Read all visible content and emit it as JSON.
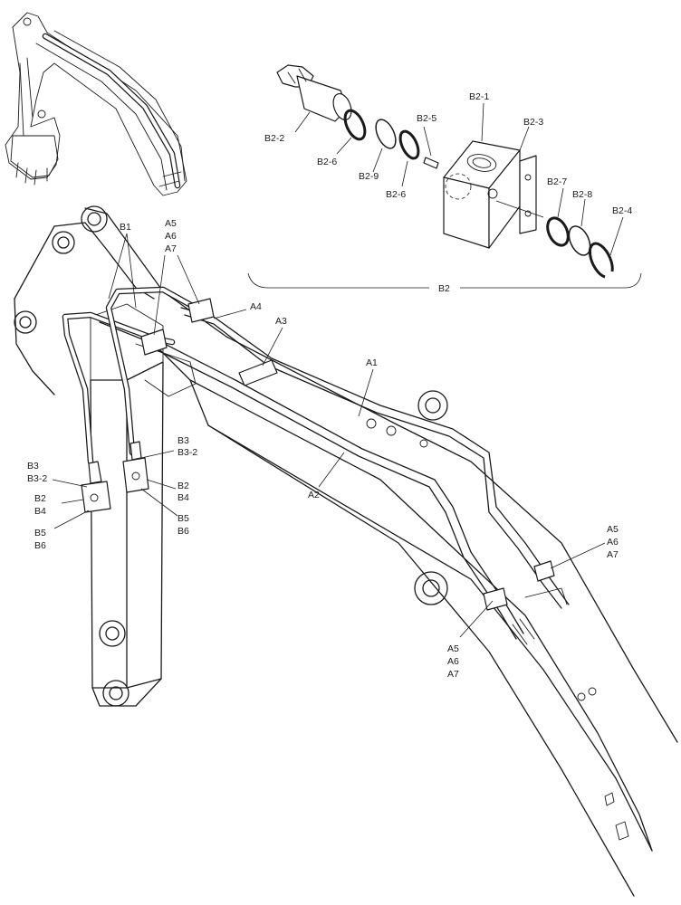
{
  "labels": {
    "b2_1": "B2-1",
    "b2_2": "B2-2",
    "b2_3": "B2-3",
    "b2_4": "B2-4",
    "b2_5": "B2-5",
    "b2_6a": "B2-6",
    "b2_6b": "B2-6",
    "b2_7": "B2-7",
    "b2_8": "B2-8",
    "b2_9": "B2-9",
    "b2_group": "B2",
    "b1": "B1",
    "a5_top": "A5",
    "a6_top": "A6",
    "a7_top": "A7",
    "a4": "A4",
    "a3": "A3",
    "a1": "A1",
    "a2": "A2",
    "b3_left": "B3",
    "b3_2_left": "B3-2",
    "b2_left": "B2",
    "b4_left": "B4",
    "b5_left": "B5",
    "b6_left": "B6",
    "b3_mid": "B3",
    "b3_2_mid": "B3-2",
    "b2_mid": "B2",
    "b4_mid": "B4",
    "b5_mid": "B5",
    "b6_mid": "B6",
    "a5_right": "A5",
    "a6_right": "A6",
    "a7_right": "A7",
    "a5_bottom": "A5",
    "a6_bottom": "A6",
    "a7_bottom": "A7"
  }
}
